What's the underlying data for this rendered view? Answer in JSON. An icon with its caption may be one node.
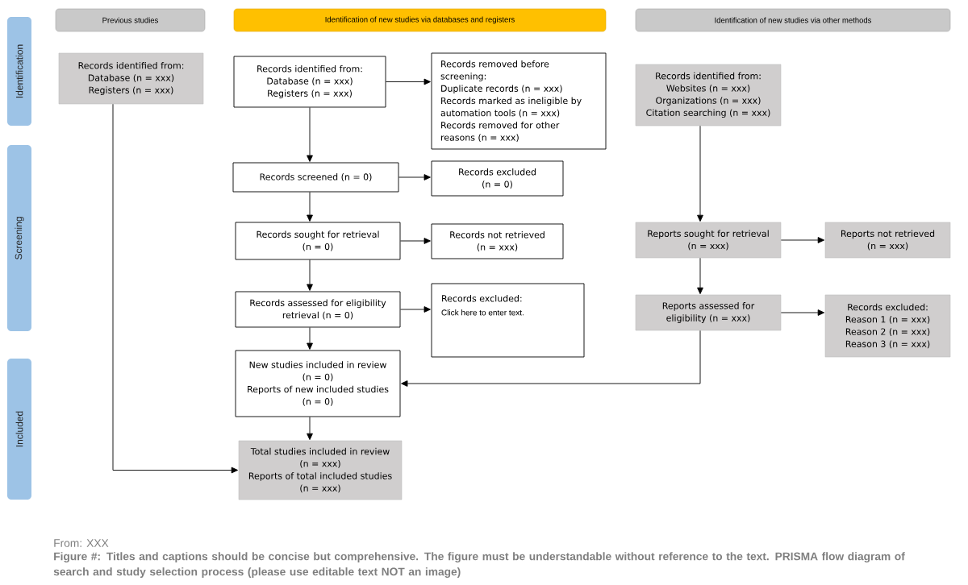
{
  "diagram": {
    "caption": "Figure #: Titles and captions should be concise but comprehensive. The figure must be understandable without reference to the text. PRISMA flow diagram of search and study selection process (please use editable text NOT an image)",
    "nodes": [
      {
        "text": [
          "Previous studies"
        ]
      },
      {
        "text": [
          "Identification of new studies via databases and registers"
        ]
      },
      {
        "text": [
          "Identification of new studies via other methods"
        ]
      },
      {
        "text": [
          "Identification"
        ]
      },
      {
        "text": [
          "Records identified from:",
          "Database (n = xxx)",
          "Registers (n = xxx)"
        ]
      },
      {
        "text": [
          "Records identified from:",
          "Database (n = xxx)",
          "Registers (n = xxx)"
        ]
      },
      {
        "text": [
          "Records removed before screening:",
          "Duplicate records (n = xxx)",
          "Records marked as ineligible by automation tools (n = xxx)",
          "Records removed for other reasons (n = xxx)"
        ]
      },
      {
        "text": [
          "Records identified from:",
          "Websites (n = xxx)",
          "Organizations (n = xxx)",
          "Citation searching (n = xxx)"
        ]
      },
      {
        "text": [
          "Screening"
        ]
      },
      {
        "text": [
          "Records screened (n = 0)"
        ]
      },
      {
        "text": [
          "Records excluded",
          "(n = 0)"
        ]
      },
      {
        "text": [
          "Records sought for retrieval",
          "(n = 0)"
        ]
      },
      {
        "text": [
          "Records not retrieved",
          "(n = xxx)"
        ]
      },
      {
        "text": [
          "Reports sought for retrieval",
          "(n = xxx)"
        ]
      },
      {
        "text": [
          "Reports not retrieved",
          "(n = xxx)"
        ]
      },
      {
        "text": [
          "Records assessed for eligibility retrieval (n = 0)"
        ]
      },
      {
        "text": [
          "Records excluded:",
          "Click here to enter text."
        ]
      },
      {
        "text": [
          "Reports assessed for eligibility (n = xxx)"
        ]
      },
      {
        "text": [
          "Records excluded:",
          "Reason 1 (n = xxx)",
          "Reason 2 (n = xxx)",
          "Reason 3 (n = xxx)"
        ]
      },
      {
        "text": [
          "Included"
        ]
      },
      {
        "text": [
          "New studies included in review",
          "(n = 0)",
          "Reports of new included studies",
          "(n = 0)"
        ]
      },
      {
        "text": [
          "Total studies included in review",
          "(n = xxx)",
          "Reports of total included studies",
          "(n = xxx)"
        ]
      }
    ],
    "edges": [
      {
        "from": 5,
        "to": 6,
        "arrow": "to"
      },
      {
        "from": 5,
        "to": 9,
        "arrow": "to"
      },
      {
        "from": 9,
        "to": 10,
        "arrow": "to"
      },
      {
        "from": 9,
        "to": 11,
        "arrow": "to"
      },
      {
        "from": 11,
        "to": 12,
        "arrow": "to"
      },
      {
        "from": 11,
        "to": 15,
        "arrow": "to"
      },
      {
        "from": 15,
        "to": 16,
        "arrow": "to"
      },
      {
        "from": 15,
        "to": 20,
        "arrow": "to"
      },
      {
        "from": 20,
        "to": 21,
        "arrow": "to"
      },
      {
        "from": 4,
        "to": 21,
        "arrow": "to"
      },
      {
        "from": 7,
        "to": 13,
        "arrow": "to"
      },
      {
        "from": 13,
        "to": 14,
        "arrow": "to"
      },
      {
        "from": 13,
        "to": 17,
        "arrow": "to"
      },
      {
        "from": 17,
        "to": 18,
        "arrow": "to"
      },
      {
        "from": 17,
        "to": 20,
        "arrow": "to"
      }
    ],
    "labels": [
      "From: XXX"
    ]
  }
}
